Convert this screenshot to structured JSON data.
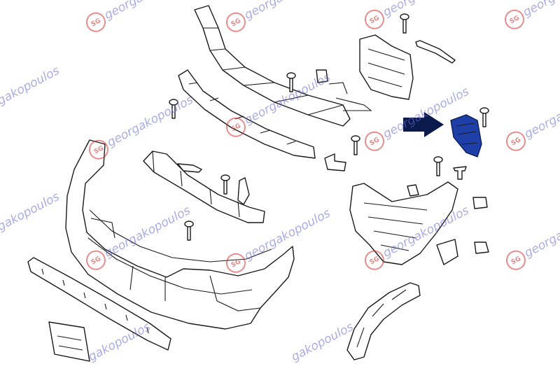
{
  "diagram": {
    "watermark": {
      "brand_text": "georgakopoulos",
      "fragment_text": "gakopoulos",
      "logo_initials": "SG",
      "text_color": "#6a6ad0",
      "logo_color": "#d43030"
    },
    "highlight": {
      "part_color": "#1f3fa8",
      "arrow_color": "#0b1a4d"
    }
  }
}
